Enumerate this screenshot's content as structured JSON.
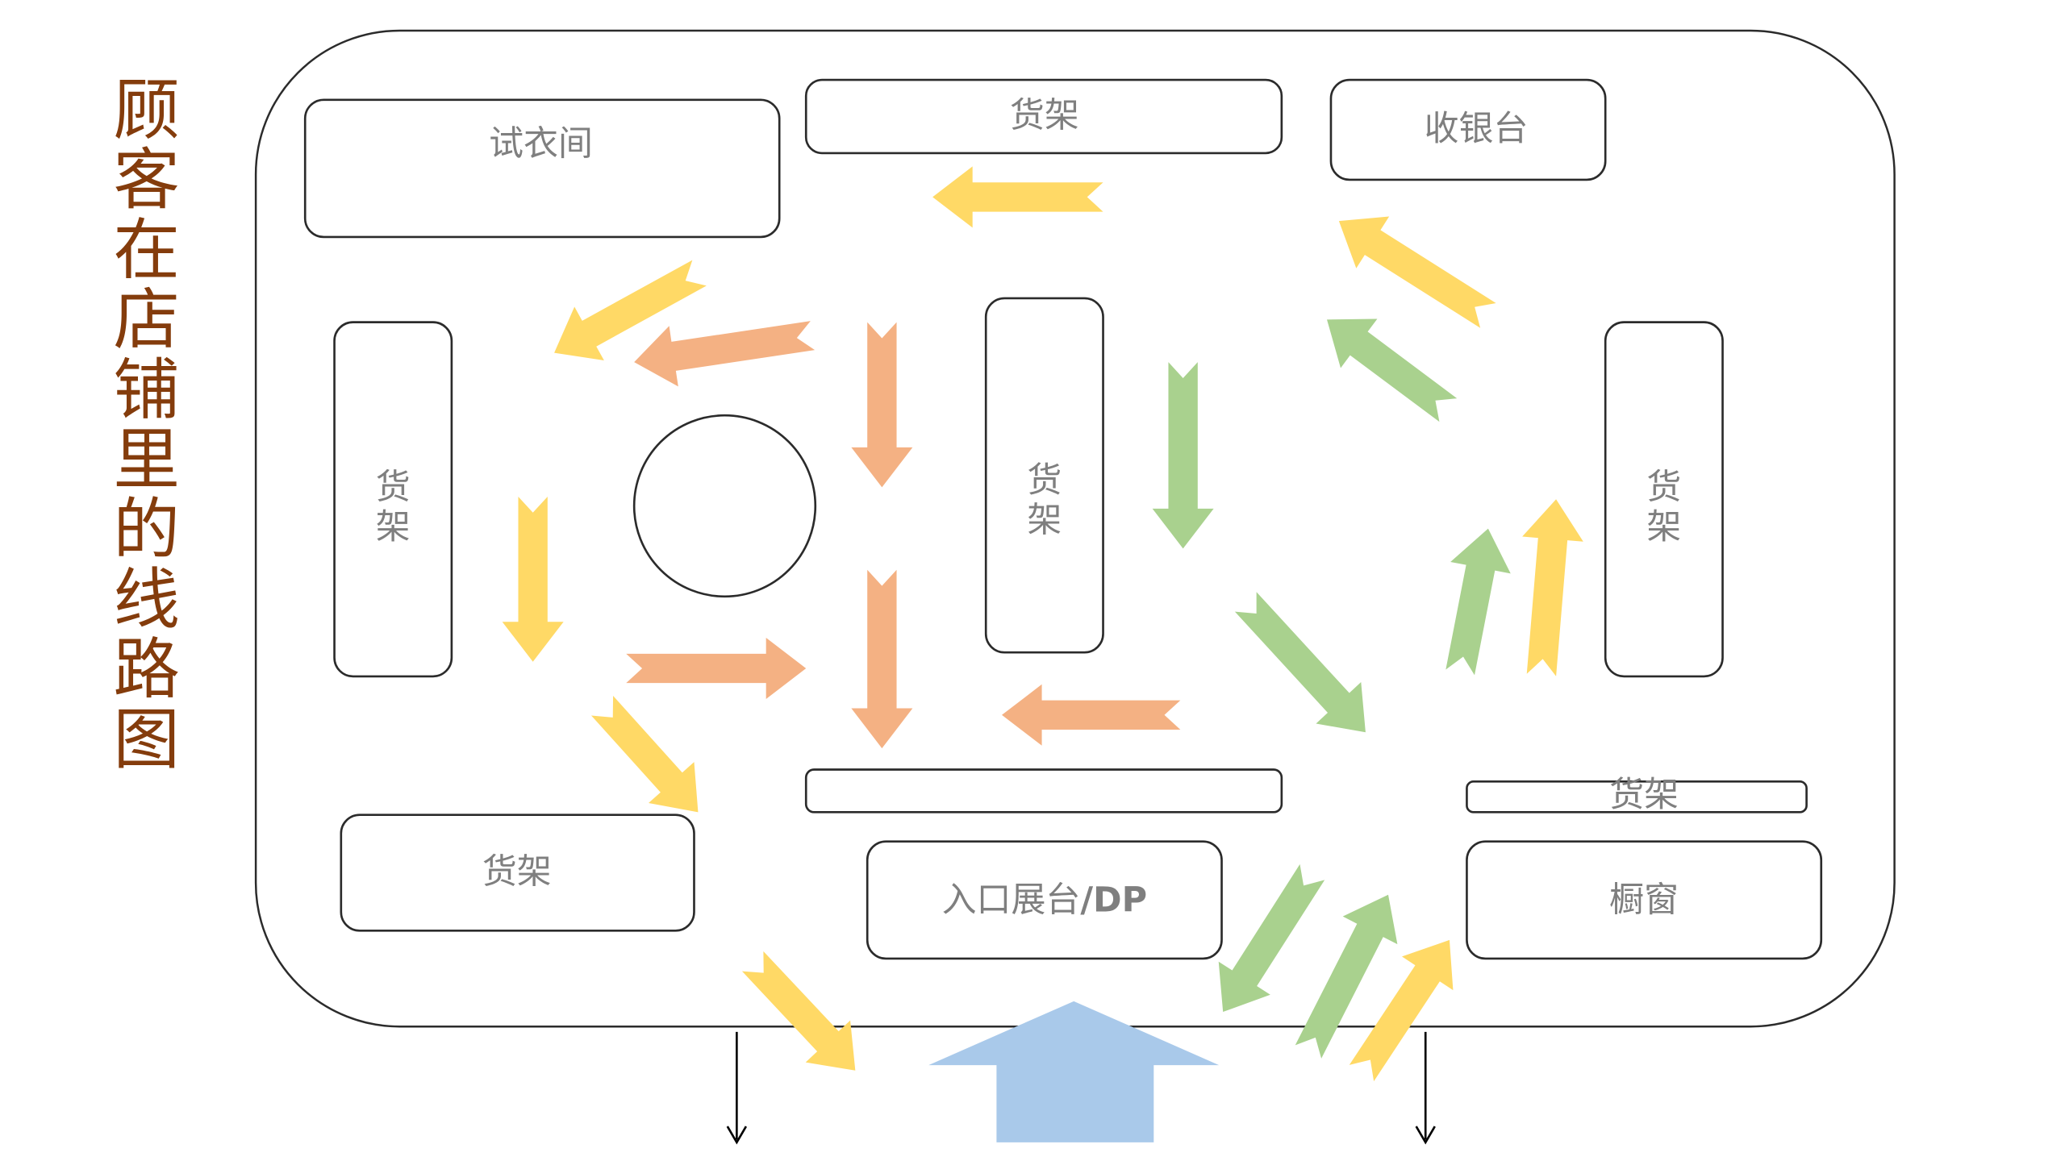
{
  "title": "顾客在店铺里的线路图",
  "areas": {
    "fitting_room": "试衣间",
    "top_shelf": "货架",
    "checkout": "收银台",
    "left_shelf": "货架",
    "center_shelf": "货架",
    "right_shelf": "货架",
    "bottom_left_shelf": "货架",
    "bottom_right_shelf": "货架",
    "entrance_display": "入口展台",
    "entrance_display_suffix": "/DP",
    "shop_window": "橱窗"
  },
  "routes": {
    "yellow": "#FFD966",
    "orange": "#F4B183",
    "green": "#A9D18E",
    "entrance": "#A9C9EA"
  },
  "icons": {
    "route_arrow": "route-arrow-icon",
    "entrance_arrow": "entrance-arrow-icon",
    "exit_arrow": "exit-arrow-icon"
  }
}
